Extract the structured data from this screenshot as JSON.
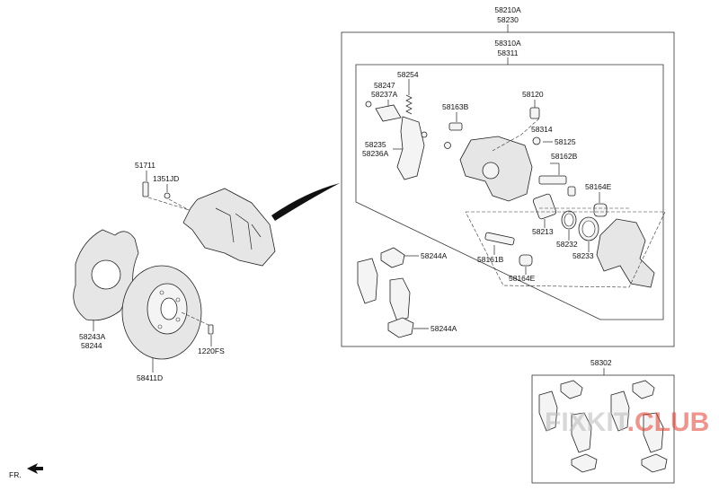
{
  "parts": {
    "caliper_assy": [
      "58210A",
      "58230"
    ],
    "caliper_body": [
      "58310A",
      "58311"
    ],
    "spring": "58254",
    "clip_a": "58247",
    "clip_b": "58237A",
    "pin_boot_b": "58163B",
    "bleeder": "58120",
    "bleeder_cap": "58314",
    "bleeder_screw": "58125",
    "bracket_a": "58235",
    "bracket_b": "58236A",
    "guide_boot": "58162B",
    "boot_e_upper": "58164E",
    "piston": "58213",
    "piston_seal": "58232",
    "piston_boot": "58233",
    "guide_pin": "58161B",
    "boot_e_lower": "58164E",
    "pad_shim_upper": "58244A",
    "pad_shim_lower": "58244A",
    "bolt": "51711",
    "hose_bolt": "1351JD",
    "dust_cover": [
      "58243A",
      "58244"
    ],
    "disc": "58411D",
    "screw": "1220FS",
    "pad_kit": "58302"
  },
  "direction": "FR.",
  "watermark": {
    "part1": "FIXKIT",
    "part2": ".CLUB",
    "color1": "#b9b9b9",
    "color2": "#e23b2e"
  }
}
